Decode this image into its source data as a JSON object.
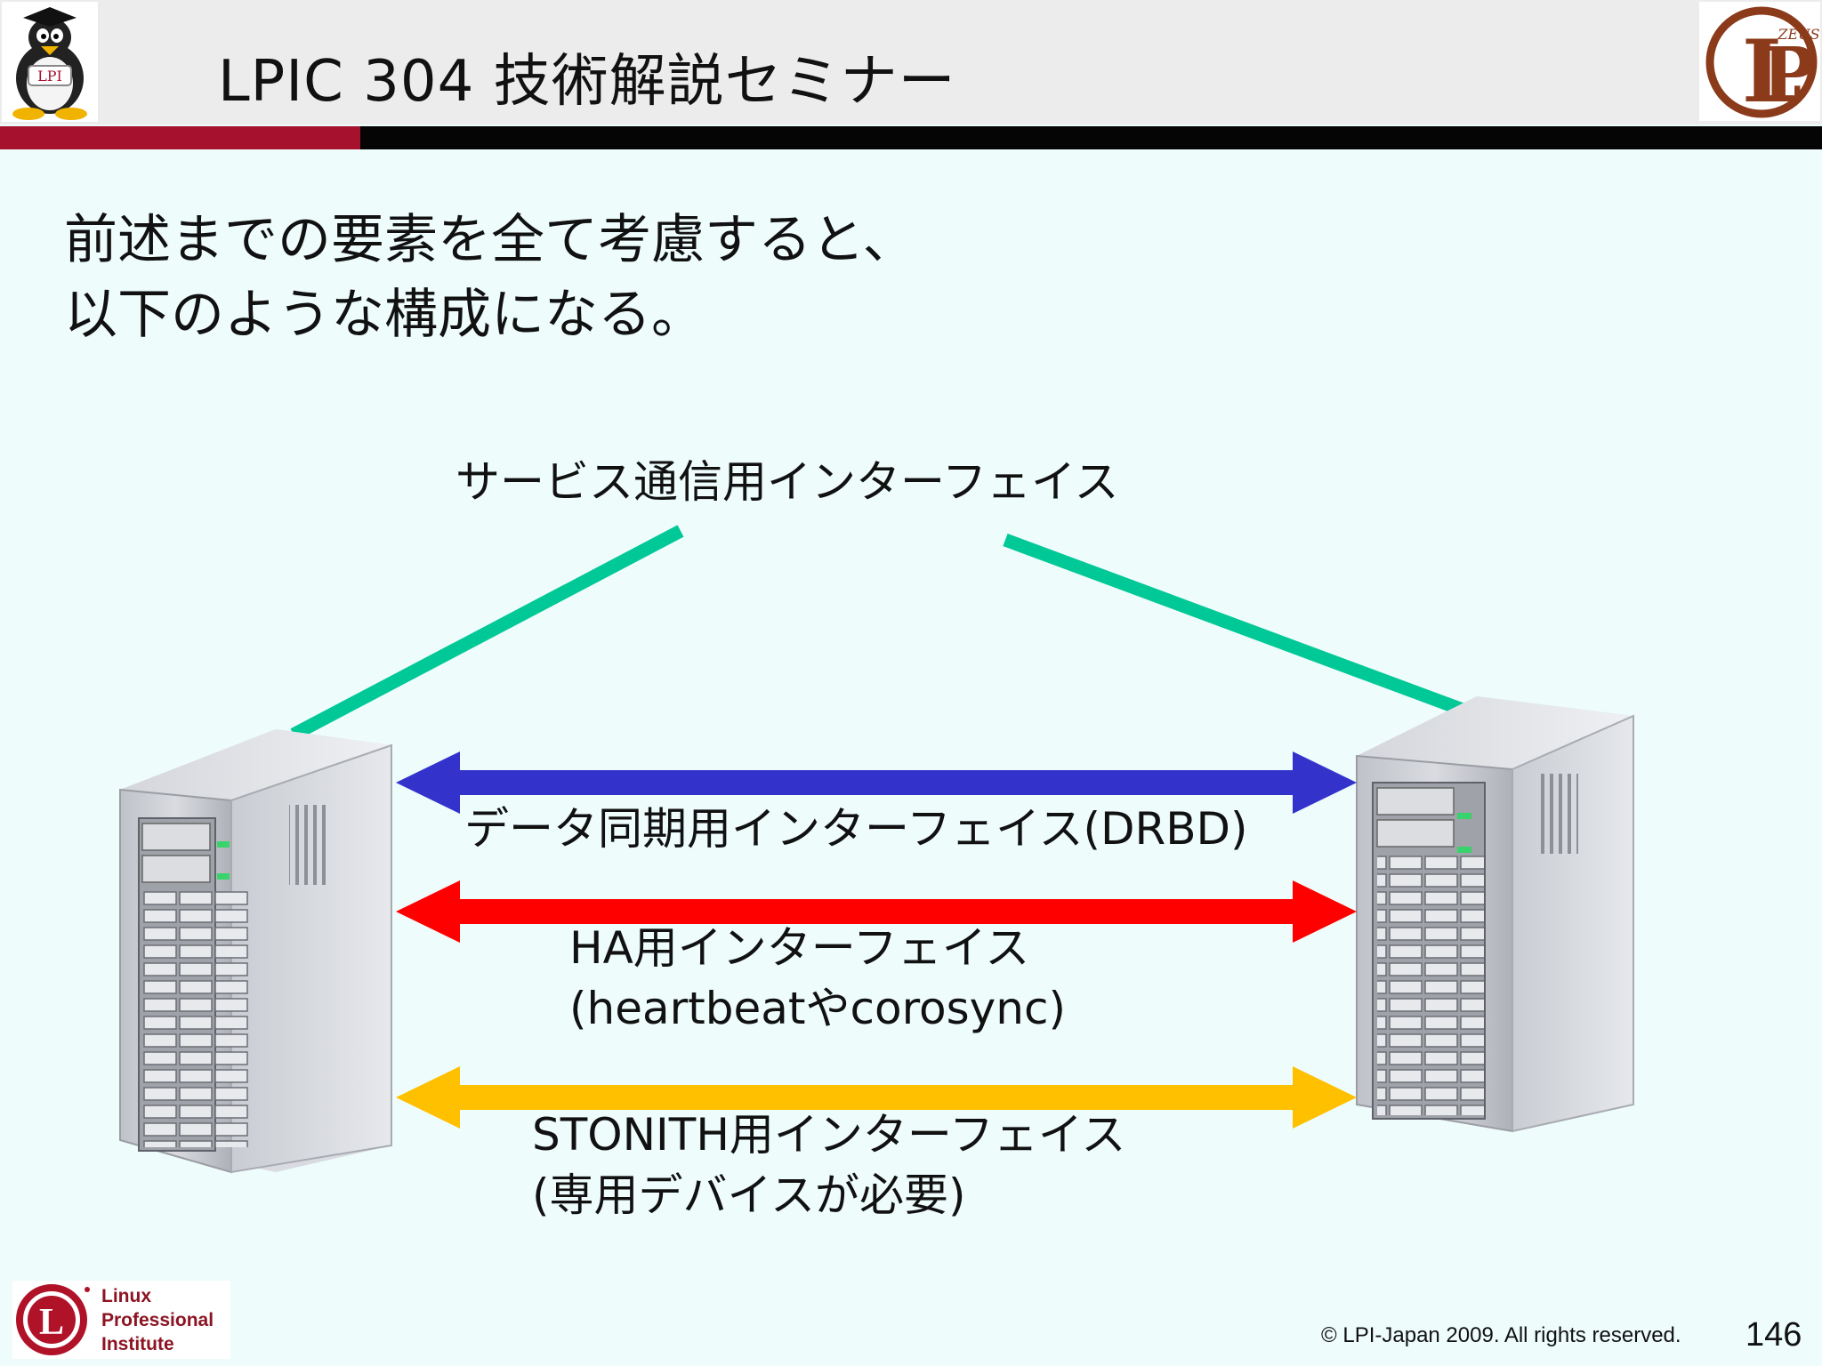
{
  "header": {
    "title": "LPIC 304 技術解説セミナー",
    "logo_left_text": "LPI",
    "logo_right_text": "ZEUS"
  },
  "intro": {
    "line1": "前述までの要素を全て考慮すると、",
    "line2": "以下のような構成になる。"
  },
  "diagram": {
    "service_label": "サービス通信用インターフェイス",
    "drbd_label": "データ同期用インターフェイス(DRBD)",
    "ha_label_line1": "HA用インターフェイス",
    "ha_label_line2": "(heartbeatやcorosync)",
    "stonith_label_line1": "STONITH用インターフェイス",
    "stonith_label_line2": "(専用デバイスが必要)",
    "colors": {
      "service": "#00c896",
      "drbd": "#3333cc",
      "ha": "#ff0000",
      "stonith": "#ffc000"
    }
  },
  "footer": {
    "lpi_line1": "Linux",
    "lpi_line2": "Professional",
    "lpi_line3": "Institute",
    "copyright": "© LPI-Japan 2009. All rights reserved.",
    "page_number": "146"
  }
}
